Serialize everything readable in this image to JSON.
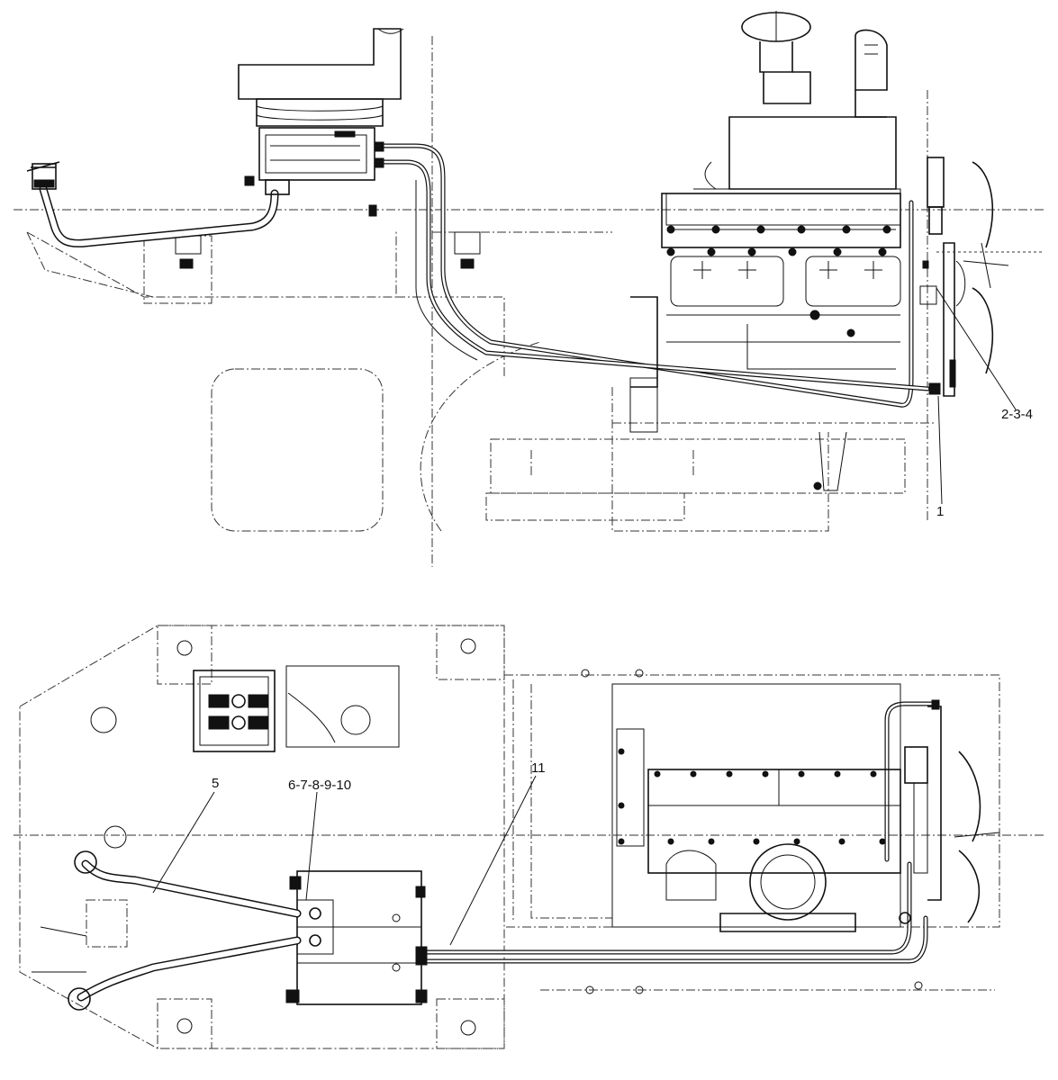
{
  "callouts": {
    "top_left": "2-3-4",
    "top_bottom": "1",
    "bottom_left": "5",
    "bottom_mid": "6-7-8-9-10",
    "bottom_right": "11"
  },
  "colors": {
    "ink": "#111111",
    "dash": "#333333",
    "paper": "#ffffff"
  }
}
